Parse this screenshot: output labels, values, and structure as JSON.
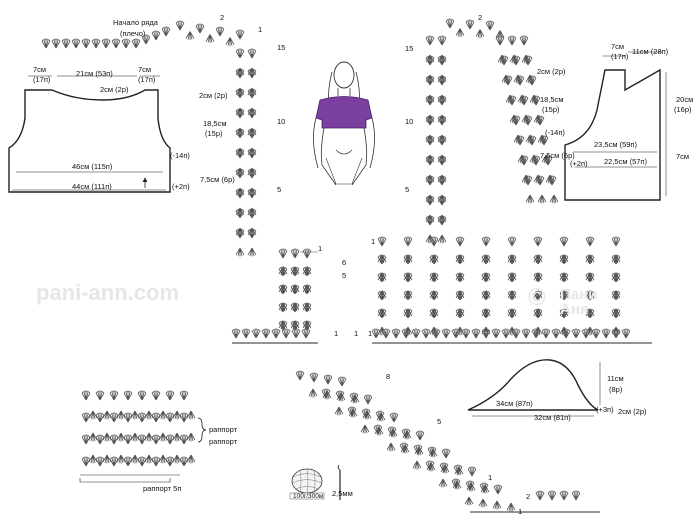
{
  "watermarks": {
    "left": "pani-ann.com",
    "right_top": "Пани",
    "right_bottom": "Аня"
  },
  "back": {
    "top_left_cm": "7см",
    "top_left_sts": "(17п)",
    "top_mid": "21см (53п)",
    "top_right_cm": "7см",
    "top_right_sts": "(17п)",
    "neck": "2см (2р)",
    "side_dec": "(-14п)",
    "width_upper": "46см (115п)",
    "width_lower": "44см (111п)",
    "side_inc": "(+2п)"
  },
  "chart_back": {
    "row_start": "Начало ряда",
    "row_start_sub": "(плечо)",
    "left_col": [
      "2см (2р)",
      "18,5см",
      "(15р)",
      "7,5см (6р)"
    ],
    "row_nums": [
      "2",
      "1",
      "15",
      "10",
      "5",
      "1",
      "6",
      "5",
      "1",
      "1"
    ]
  },
  "front": {
    "top_cm": "7см",
    "top_sts": "(17п)",
    "top_right": "11см (28п)",
    "neck": "2см (2р)",
    "height1": "18,5см",
    "height1_rows": "(15р)",
    "height2": "20см",
    "height2_rows": "(16р)",
    "side_dec": "(-14п)",
    "width_upper": "23,5см (59п)",
    "lower_h": "7,5см (6р)",
    "inc": "(+2п)",
    "width_lower": "22,5см (57п)",
    "side_cm": "7см"
  },
  "chart_front": {
    "row_nums": [
      "2",
      "15",
      "10",
      "5",
      "1",
      "1"
    ]
  },
  "pattern": {
    "repeat_label": "раппорт",
    "repeat_label2": "раппорт",
    "repeat_bottom": "раппорт 5п"
  },
  "sleeve": {
    "height": "11см",
    "height_rows": "(8р)",
    "width_upper": "34см (87п)",
    "width_lower": "32см (81п)",
    "inc": "(+3п)",
    "side": "2см (2р)"
  },
  "sleeve_chart": {
    "row_nums": [
      "8",
      "5",
      "1",
      "2",
      "1"
    ]
  },
  "yarn": {
    "ball": "100г/300м",
    "hook": "2,5мм"
  },
  "colors": {
    "line": "#222222",
    "chart": "#555555",
    "top": "#7b3fa0",
    "skin": "#f0d9c8"
  }
}
